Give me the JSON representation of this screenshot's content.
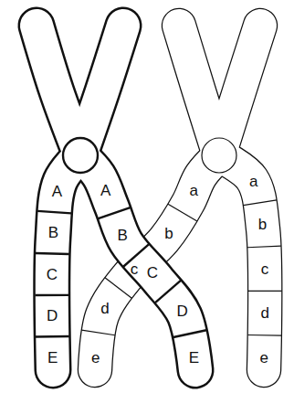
{
  "diagram": {
    "nodes": [
      {
        "text": [
          "A"
        ]
      },
      {
        "text": [
          "B"
        ]
      },
      {
        "text": [
          "C"
        ]
      },
      {
        "text": [
          "D"
        ]
      },
      {
        "text": [
          "E"
        ]
      },
      {
        "text": [
          "A"
        ]
      },
      {
        "text": [
          "B"
        ]
      },
      {
        "text": [
          "C"
        ]
      },
      {
        "text": [
          "D"
        ]
      },
      {
        "text": [
          "E"
        ]
      },
      {
        "text": [
          "a"
        ]
      },
      {
        "text": [
          "b"
        ]
      },
      {
        "text": [
          "c"
        ]
      },
      {
        "text": [
          "d"
        ]
      },
      {
        "text": [
          "e"
        ]
      },
      {
        "text": [
          "a"
        ]
      },
      {
        "text": [
          "b"
        ]
      },
      {
        "text": [
          "c"
        ]
      },
      {
        "text": [
          "d"
        ]
      },
      {
        "text": [
          "e"
        ]
      }
    ]
  }
}
